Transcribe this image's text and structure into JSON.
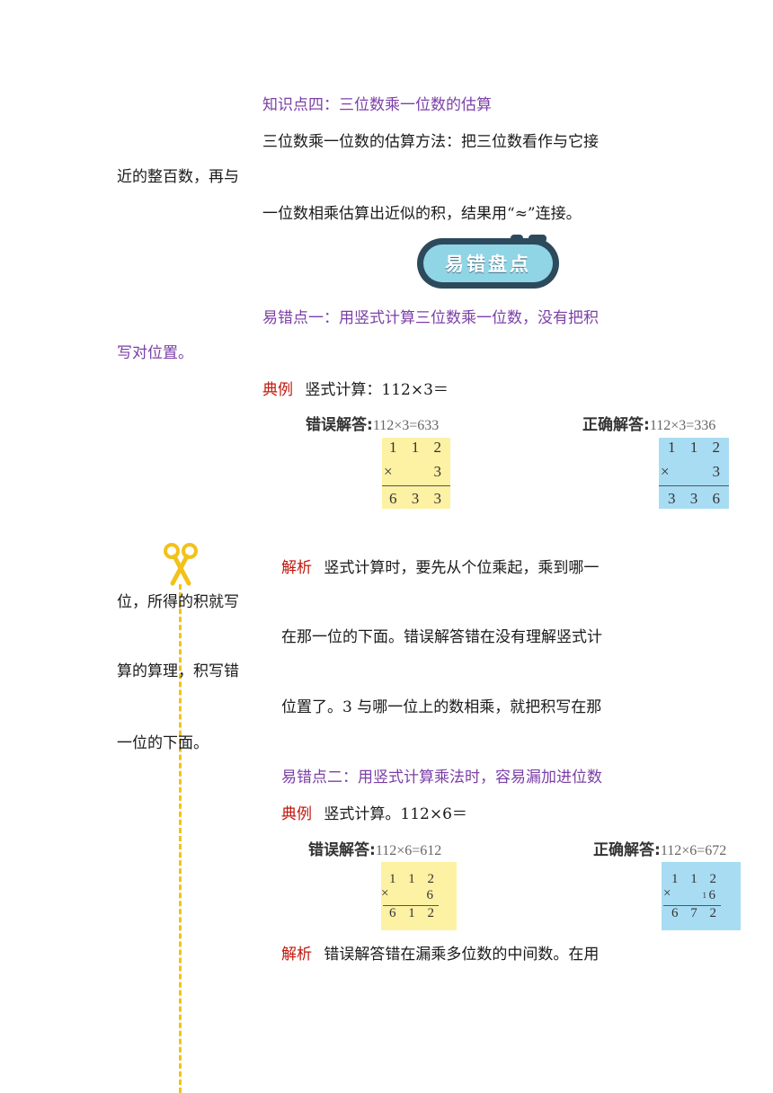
{
  "section4": {
    "title": "知识点四：三位数乘一位数的估算",
    "method_l1": "三位数乘一位数的估算方法：把三位数看作与它接",
    "method_l2": "近的整百数，再与",
    "method_l3": "一位数相乘估算出近似的积，结果用“≈”连接。"
  },
  "badge": {
    "label": "易错盘点"
  },
  "error1": {
    "title_l1": "易错点一：用竖式计算三位数乘一位数，没有把积",
    "title_l2": "写对位置。",
    "example_tag": "典例",
    "example_text": "竖式计算：112×3＝",
    "wrong": {
      "label": "错误解答:",
      "equation": "112×3=633",
      "multiplicand": "1 1 2",
      "times": "×",
      "multiplier": "3",
      "product": "6 3 3"
    },
    "right": {
      "label": "正确解答:",
      "equation": "112×3=336",
      "multiplicand": "1 1 2",
      "times": "×",
      "multiplier": "3",
      "product": "3 3 6"
    },
    "analysis_tag": "解析",
    "analysis_l1": "竖式计算时，要先从个位乘起，乘到哪一",
    "analysis_l2": "位，所得的积就写",
    "analysis_l3": "在那一位的下面。错误解答错在没有理解竖式计",
    "analysis_l4": "算的算理，积写错",
    "analysis_l5": "位置了。3 与哪一位上的数相乘，就把积写在那",
    "analysis_l6": "一位的下面。"
  },
  "error2": {
    "title": "易错点二：用竖式计算乘法时，容易漏加进位数",
    "example_tag": "典例",
    "example_text": "竖式计算。112×6＝",
    "wrong": {
      "label": "错误解答:",
      "equation": "112×6=612",
      "multiplicand": "1 1 2",
      "times": "×",
      "multiplier": "6",
      "product": "6 1 2"
    },
    "right": {
      "label": "正确解答:",
      "equation": "112×6=672",
      "multiplicand": "1 1 2",
      "times": "×",
      "multiplier": "6",
      "carry": "1",
      "product": "6 7 2"
    },
    "analysis_tag": "解析",
    "analysis_l1": "错误解答错在漏乘多位数的中间数。在用"
  },
  "colors": {
    "heading_purple": "#7b3fa6",
    "tag_red": "#c0180c",
    "wrong_bg": "#fdf1a3",
    "right_bg": "#a8dcf3",
    "cut_line": "#f2c21a"
  },
  "icons": [
    "scissors-icon"
  ]
}
